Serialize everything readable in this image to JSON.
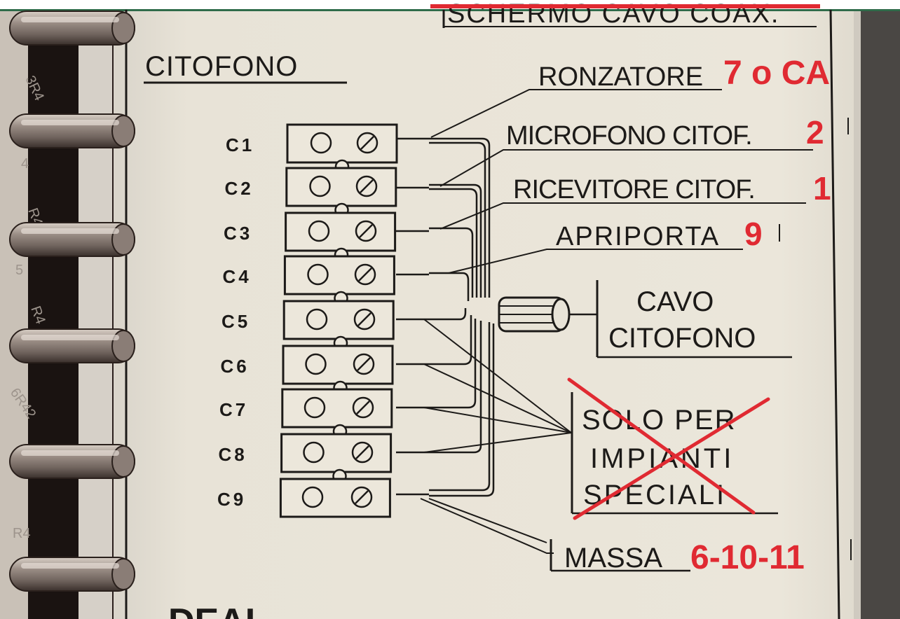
{
  "title": "CITOFONO",
  "top_text": "SCHERMO CAVO COAX.",
  "terminals": [
    "C1",
    "C2",
    "C3",
    "C4",
    "C5",
    "C6",
    "C7",
    "C8",
    "C9"
  ],
  "labels": {
    "ronzatore": "RONZATORE",
    "microfono": "MICROFONO CITOF.",
    "ricevitore": "RICEVITORE CITOF.",
    "apriporta": "APRIPORTA",
    "cavo_line1": "CAVO",
    "cavo_line2": "CITOFONO",
    "solo_line1": "SOLO PER",
    "solo_line2": "IMPIANTI",
    "solo_line3": "SPECIALI",
    "massa": "MASSA"
  },
  "annotations": {
    "ronzatore": "7 o CA",
    "microfono": "2",
    "ricevitore": "1",
    "apriporta": "9",
    "massa": "6-10-11"
  },
  "bottom_partial_text": "DEAL",
  "binder_marks": [
    "3R4",
    "4",
    "R4",
    "5",
    "R4",
    "6R42",
    "R4"
  ],
  "colors": {
    "paper": "#e9e4d8",
    "ink": "#1c1a18",
    "annotation_red": "#e02a32",
    "strip_green": "#2f6b4a",
    "binder_dark": "#1a1311"
  }
}
